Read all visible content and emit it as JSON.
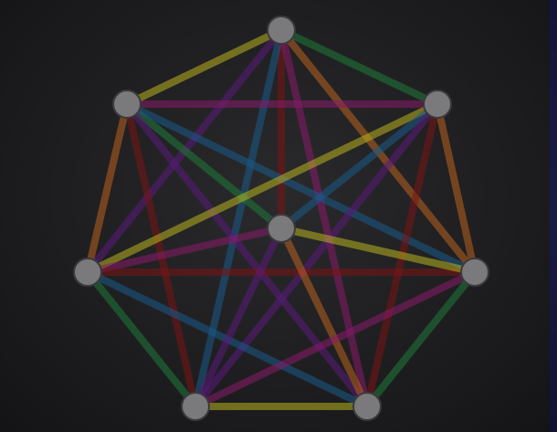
{
  "colors": {
    "yellow": "#b8b21e",
    "green": "#1f7a3a",
    "purple": "#5a1a7a",
    "magenta": "#8a1a6a",
    "red": "#7a1414",
    "orange": "#b8621e",
    "blue": "#1a5a8a"
  },
  "nodes": [
    {
      "id": "n0"
    },
    {
      "id": "n1"
    },
    {
      "id": "n2"
    },
    {
      "id": "n3"
    },
    {
      "id": "n4"
    },
    {
      "id": "n5"
    },
    {
      "id": "n6"
    },
    {
      "id": "n7"
    }
  ],
  "edges": [
    {
      "from": "n0",
      "to": "n1",
      "color": "yellow"
    },
    {
      "from": "n0",
      "to": "n2",
      "color": "green"
    },
    {
      "from": "n0",
      "to": "n3",
      "color": "purple"
    },
    {
      "from": "n0",
      "to": "n4",
      "color": "red"
    },
    {
      "from": "n0",
      "to": "n5",
      "color": "orange"
    },
    {
      "from": "n0",
      "to": "n6",
      "color": "blue"
    },
    {
      "from": "n0",
      "to": "n7",
      "color": "magenta"
    },
    {
      "from": "n1",
      "to": "n2",
      "color": "magenta"
    },
    {
      "from": "n1",
      "to": "n3",
      "color": "orange"
    },
    {
      "from": "n1",
      "to": "n4",
      "color": "green"
    },
    {
      "from": "n1",
      "to": "n5",
      "color": "blue"
    },
    {
      "from": "n1",
      "to": "n6",
      "color": "red"
    },
    {
      "from": "n1",
      "to": "n7",
      "color": "purple"
    },
    {
      "from": "n2",
      "to": "n3",
      "color": "yellow"
    },
    {
      "from": "n2",
      "to": "n4",
      "color": "blue"
    },
    {
      "from": "n2",
      "to": "n5",
      "color": "orange"
    },
    {
      "from": "n2",
      "to": "n6",
      "color": "purple"
    },
    {
      "from": "n2",
      "to": "n7",
      "color": "red"
    },
    {
      "from": "n3",
      "to": "n4",
      "color": "magenta"
    },
    {
      "from": "n3",
      "to": "n5",
      "color": "red"
    },
    {
      "from": "n3",
      "to": "n6",
      "color": "green"
    },
    {
      "from": "n3",
      "to": "n7",
      "color": "blue"
    },
    {
      "from": "n4",
      "to": "n5",
      "color": "yellow"
    },
    {
      "from": "n4",
      "to": "n6",
      "color": "purple"
    },
    {
      "from": "n4",
      "to": "n7",
      "color": "orange"
    },
    {
      "from": "n5",
      "to": "n6",
      "color": "magenta"
    },
    {
      "from": "n5",
      "to": "n7",
      "color": "green"
    },
    {
      "from": "n6",
      "to": "n7",
      "color": "yellow"
    }
  ]
}
